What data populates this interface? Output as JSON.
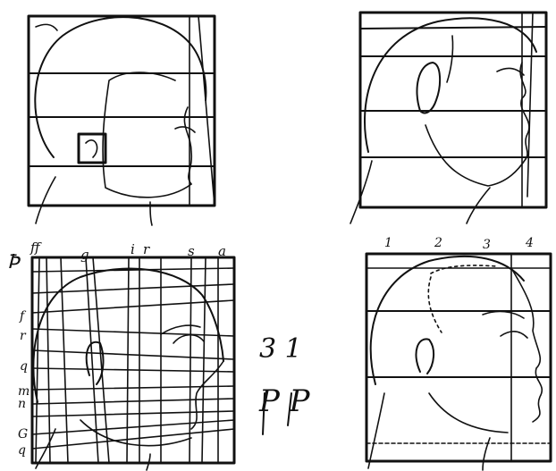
{
  "panels": {
    "top_left": {
      "description": "profile head on 4-band grid"
    },
    "top_right": {
      "description": "three-quarter head on band grid"
    },
    "bottom_left": {
      "corner_mark": "Ꝥ",
      "top_labels": [
        "ff",
        "g",
        "i",
        "r",
        "s",
        "a"
      ],
      "left_labels": [
        "f",
        "r",
        "q",
        "m",
        "n",
        "G",
        "q"
      ]
    },
    "bottom_right": {
      "top_labels": [
        "1",
        "2",
        "3",
        "4"
      ]
    }
  },
  "side_notes": {
    "line1": "3 1",
    "line2": "P P"
  }
}
